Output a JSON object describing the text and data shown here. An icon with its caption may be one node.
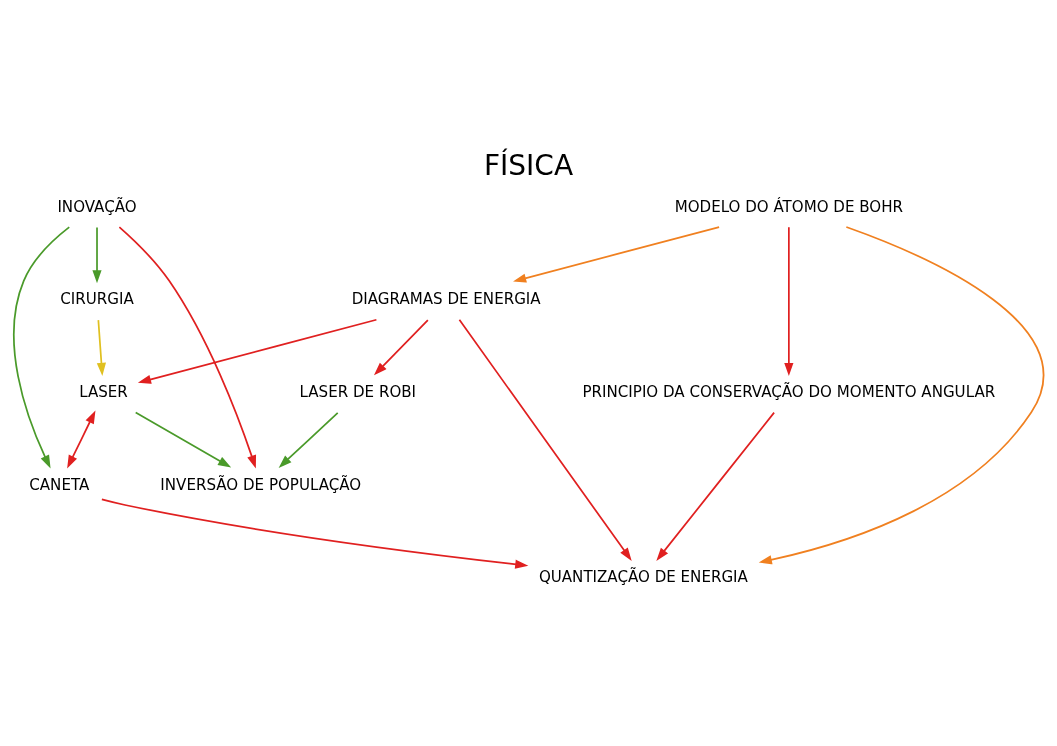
{
  "diagram": {
    "title": "FÍSICA",
    "nodes": [
      {
        "text": [
          "DIAGRAMAS DE ENERGIA"
        ]
      },
      {
        "text": [
          "QUANTIZAÇÃO DE ENERGIA"
        ]
      },
      {
        "text": [
          "LASER DE ROBI"
        ]
      },
      {
        "text": [
          "LASER"
        ]
      },
      {
        "text": [
          "INVERSÃO DE POPULAÇÃO"
        ]
      },
      {
        "text": [
          "CANETA"
        ]
      },
      {
        "text": [
          "INOVAÇÃO"
        ]
      },
      {
        "text": [
          "CIRURGIA"
        ]
      },
      {
        "text": [
          "PRINCIPIO DA CONSERVAÇÃO DO MOMENTO ANGULAR"
        ]
      },
      {
        "text": [
          "MODELO DO ÁTOMO DE BOHR"
        ]
      }
    ],
    "edges": [
      {
        "from": 0,
        "to": 1,
        "arrow": "to"
      },
      {
        "from": 0,
        "to": 2,
        "arrow": "to"
      },
      {
        "from": 0,
        "to": 3,
        "arrow": "to"
      },
      {
        "from": 2,
        "to": 4,
        "arrow": "to",
        "color": "#4a9a2a"
      },
      {
        "from": 3,
        "to": 4,
        "arrow": "to",
        "color": "#4a9a2a"
      },
      {
        "from": 3,
        "to": 5,
        "arrow": "both"
      },
      {
        "from": 5,
        "to": 1,
        "arrow": "to"
      },
      {
        "from": 6,
        "to": 4,
        "arrow": "to"
      },
      {
        "from": 6,
        "to": 5,
        "arrow": "to",
        "color": "#4a9a2a"
      },
      {
        "from": 6,
        "to": 7,
        "arrow": "to",
        "color": "#4a9a2a"
      },
      {
        "from": 7,
        "to": 3,
        "arrow": "to",
        "color": "#e0c020"
      },
      {
        "from": 9,
        "to": 1,
        "arrow": "to",
        "color": "#f08020"
      },
      {
        "from": 9,
        "to": 0,
        "arrow": "to",
        "color": "#f08020"
      },
      {
        "from": 8,
        "to": 1,
        "arrow": "to"
      },
      {
        "from": 9,
        "to": 8,
        "arrow": "to"
      }
    ]
  }
}
